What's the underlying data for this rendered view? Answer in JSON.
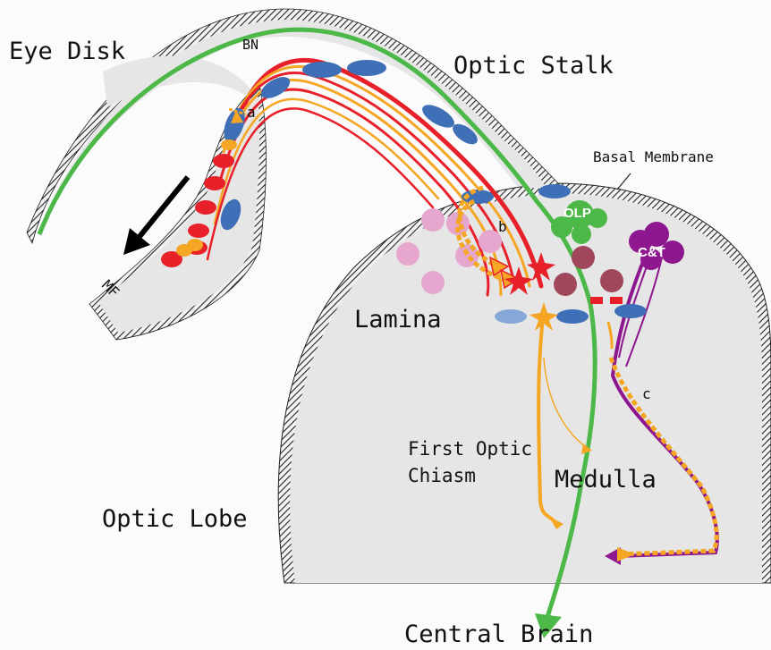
{
  "labels": {
    "eye_disk": "Eye Disk",
    "bn": "BN",
    "optic_stalk": "Optic Stalk",
    "basal_membrane": "Basal Membrane",
    "olp": "OLP",
    "ct": "C&T",
    "lamina": "Lamina",
    "first_optic_chiasm_1": "First Optic",
    "first_optic_chiasm_2": "Chiasm",
    "medulla": "Medulla",
    "optic_lobe": "Optic Lobe",
    "central_brain": "Central Brain",
    "mf": "MF",
    "a": "a",
    "b": "b",
    "c": "c"
  },
  "colors": {
    "tissue": "#e6e6e6",
    "border": "#2a2a2a",
    "axon_red": "#e8202a",
    "axon_orange": "#f5a623",
    "glia_green": "#4cb848",
    "ct_purple": "#8e168f",
    "glia_blue": "#3f6fb6",
    "lamina_pink": "#e6a7cf",
    "lamina_dark": "#a0475c"
  }
}
